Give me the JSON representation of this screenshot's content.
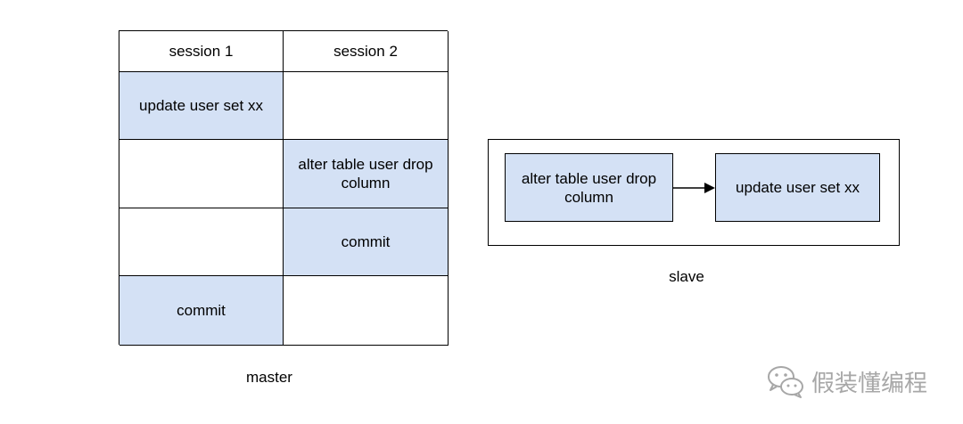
{
  "master": {
    "headers": [
      "session 1",
      "session 2"
    ],
    "rows": [
      [
        "update user set xx",
        ""
      ],
      [
        "",
        "alter table user drop column"
      ],
      [
        "",
        "commit"
      ],
      [
        "commit",
        ""
      ]
    ],
    "caption": "master"
  },
  "slave": {
    "first_box": "alter table user drop column",
    "second_box": "update user set xx",
    "caption": "slave"
  },
  "watermark": {
    "icon": "wechat-icon",
    "text": "假装懂编程"
  },
  "colors": {
    "fill": "#d4e1f5",
    "border": "#000000",
    "watermark": "#a7a7a7"
  }
}
